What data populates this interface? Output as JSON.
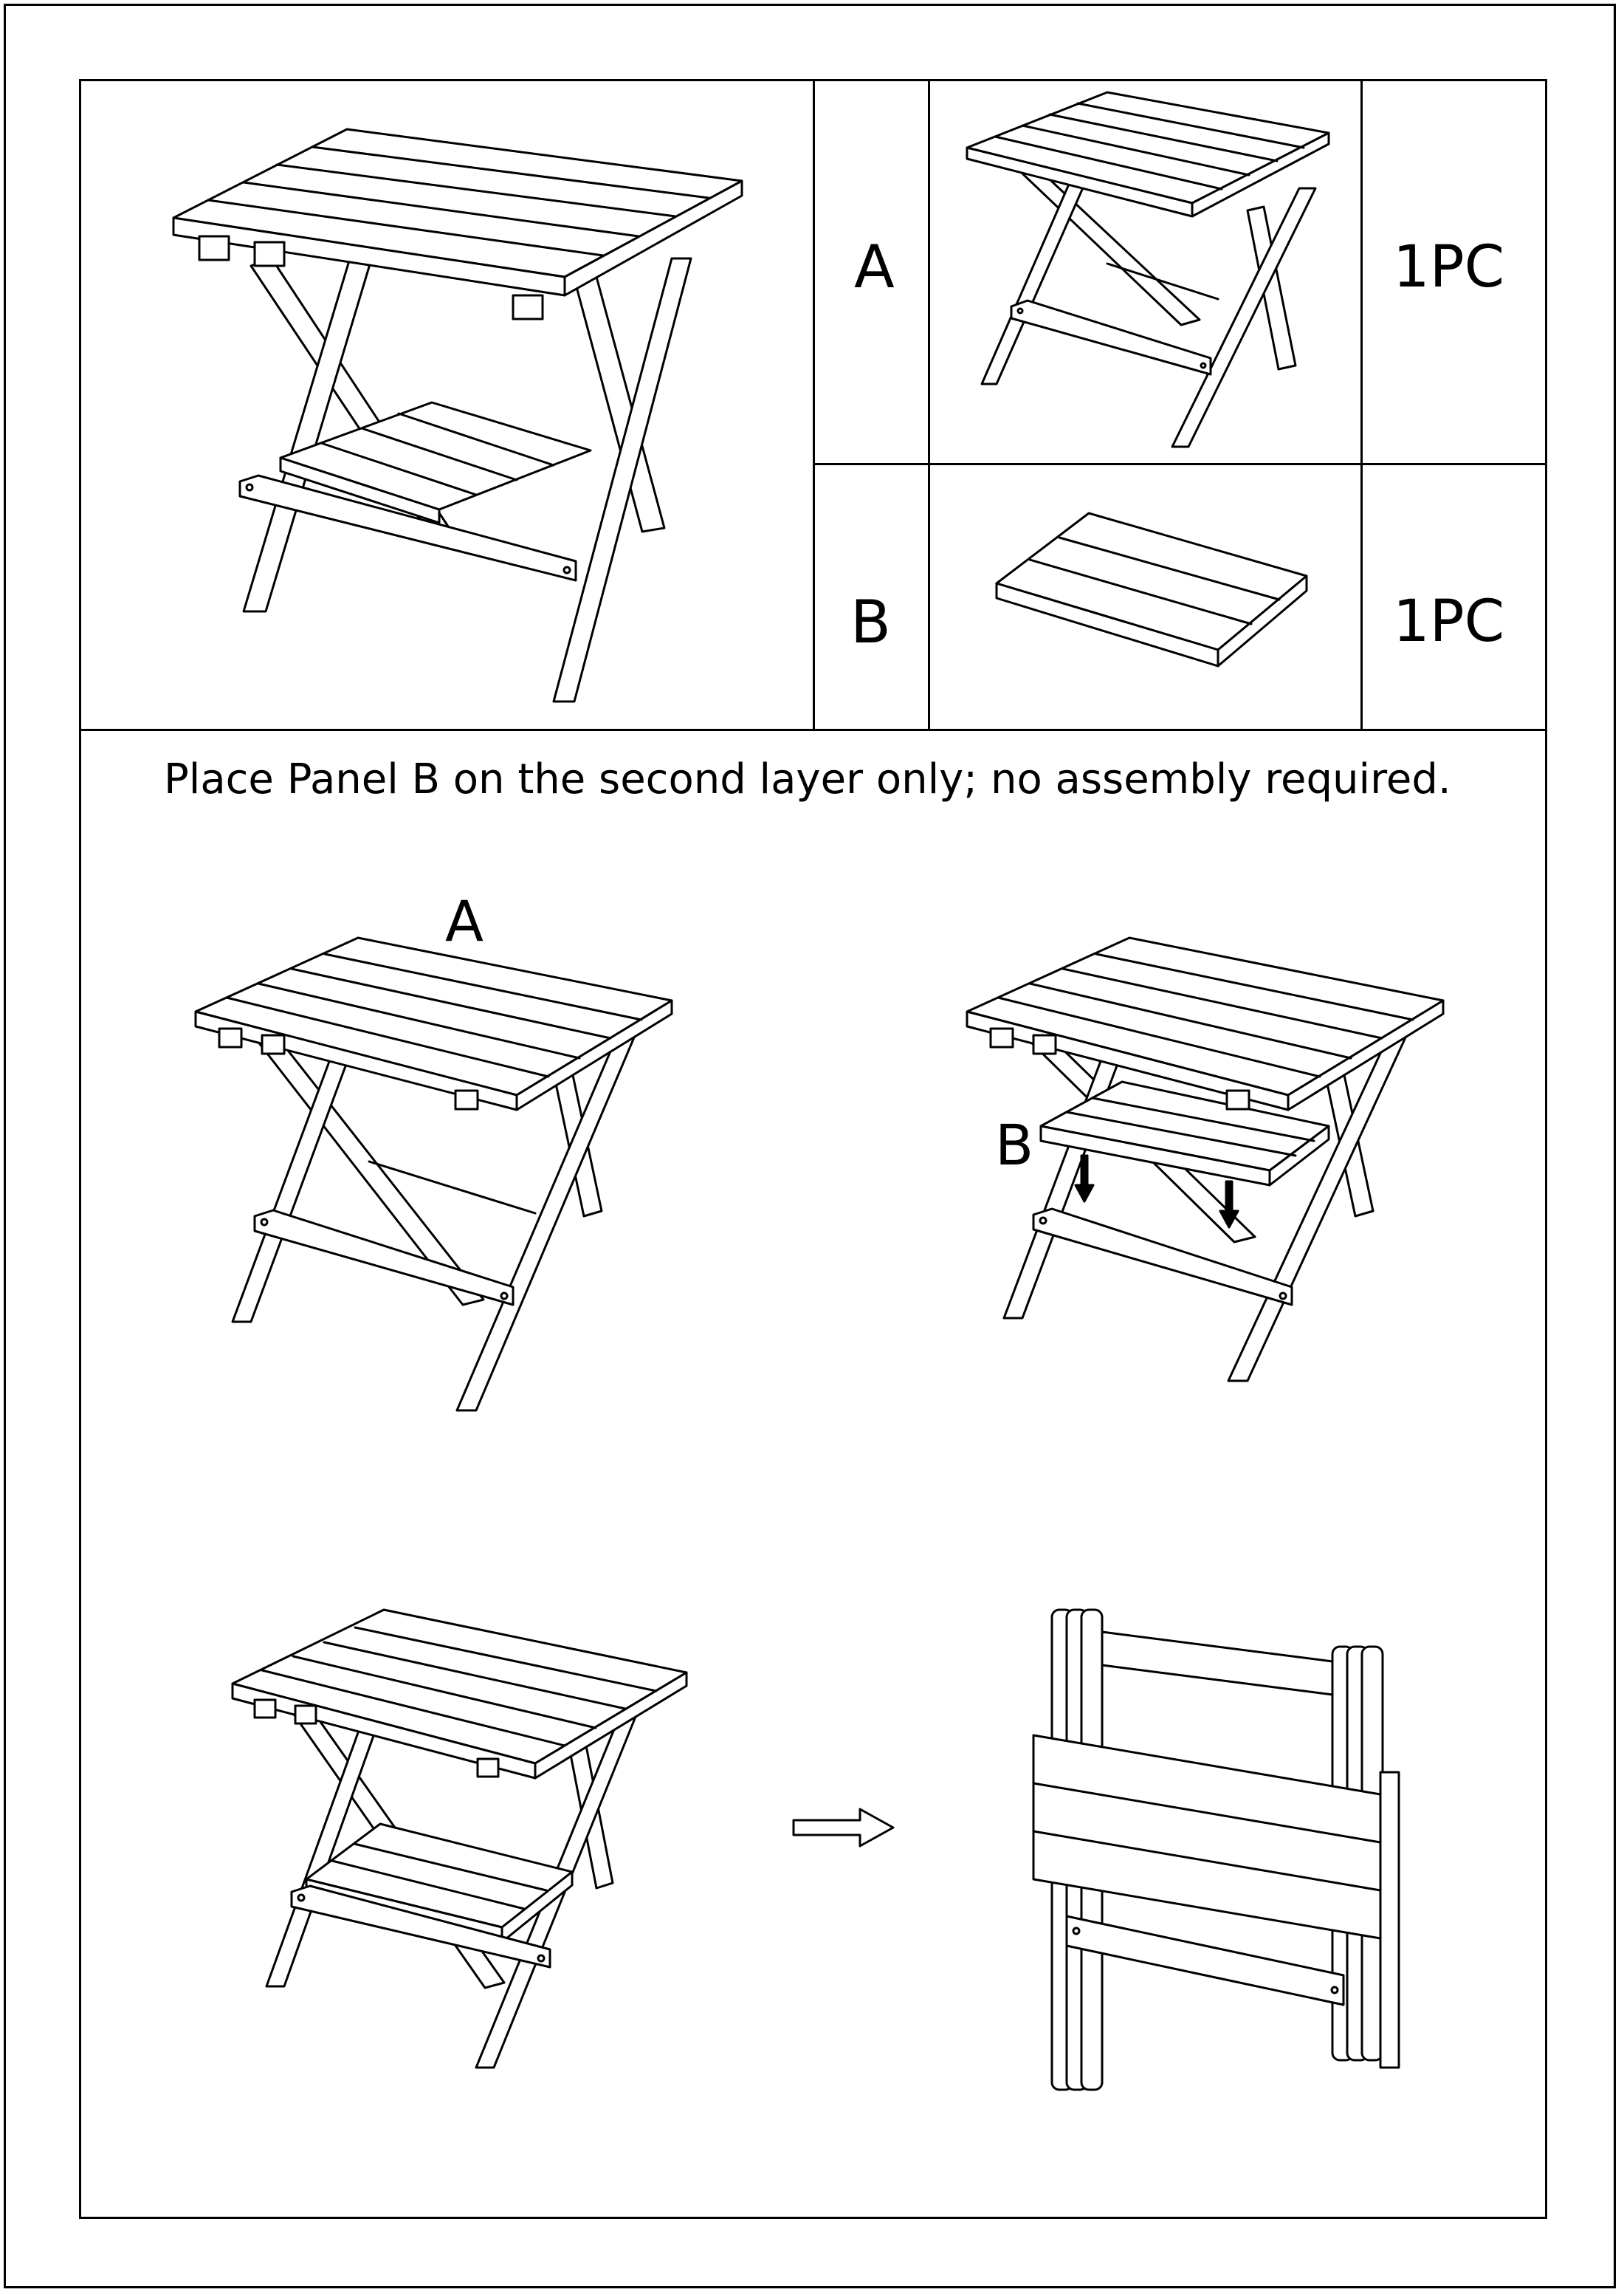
{
  "parts_table": {
    "rows": [
      {
        "label": "A",
        "quantity": "1PC",
        "icon": "table-frame-icon"
      },
      {
        "label": "B",
        "quantity": "1PC",
        "icon": "shelf-panel-icon"
      }
    ]
  },
  "instruction": {
    "text": "Place Panel B on the second layer only; no assembly required."
  },
  "steps": {
    "step1_label": "A",
    "step2_label": "B"
  }
}
